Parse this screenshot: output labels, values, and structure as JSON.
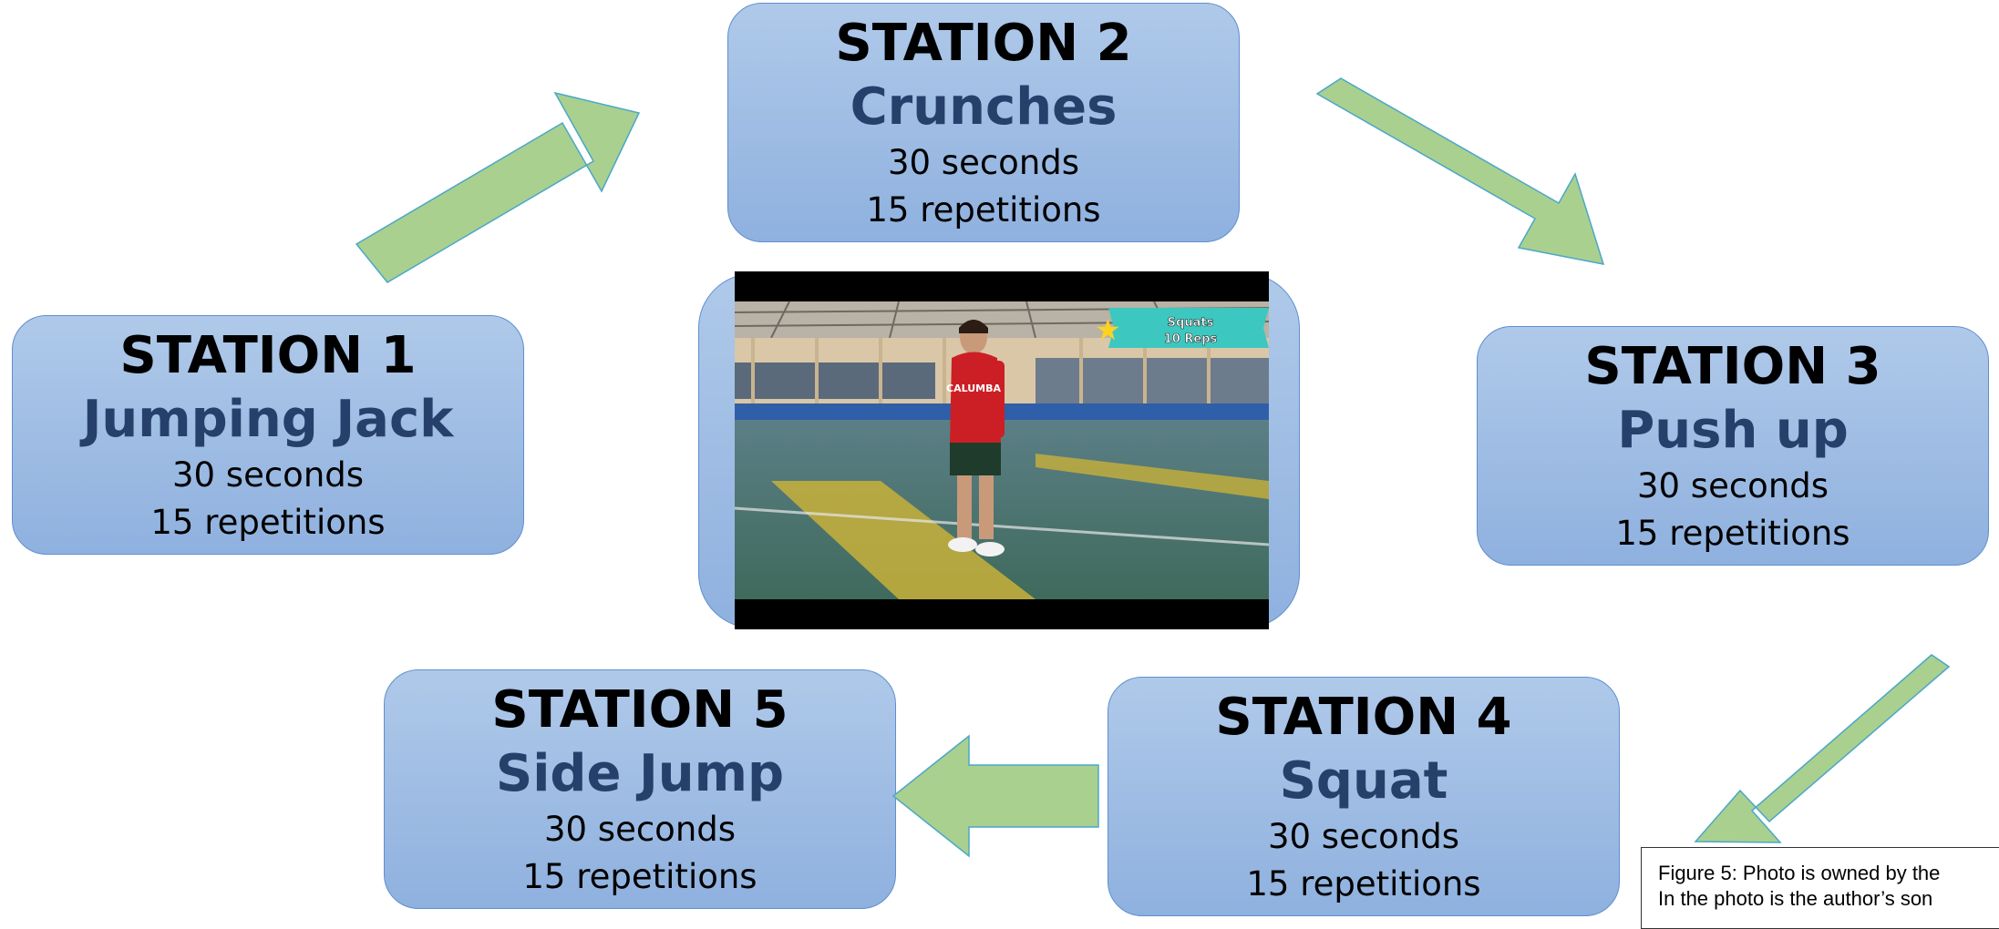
{
  "stations": [
    {
      "title": "STATION 1",
      "name": "Jumping Jack",
      "duration": "30 seconds",
      "reps": "15 repetitions"
    },
    {
      "title": "STATION 2",
      "name": "Crunches",
      "duration": "30 seconds",
      "reps": "15 repetitions"
    },
    {
      "title": "STATION 3",
      "name": "Push up",
      "duration": "30 seconds",
      "reps": "15 repetitions"
    },
    {
      "title": "STATION 4",
      "name": "Squat",
      "duration": "30 seconds",
      "reps": "15 repetitions"
    },
    {
      "title": "STATION 5",
      "name": "Side Jump",
      "duration": "30 seconds",
      "reps": "15 repetitions"
    }
  ],
  "photo": {
    "banner_line1": "Squats",
    "banner_line2": "10 Reps",
    "shirt_text": "CALUMBA"
  },
  "caption": {
    "line1": "Figure 5: Photo is owned by the",
    "line2": "In the photo is the author’s son"
  },
  "colors": {
    "box_fill": "#9dbde5",
    "box_border": "#5f8fcf",
    "name_text": "#25416b",
    "arrow_fill": "#a9d08e",
    "arrow_border": "#4aa7c9"
  }
}
